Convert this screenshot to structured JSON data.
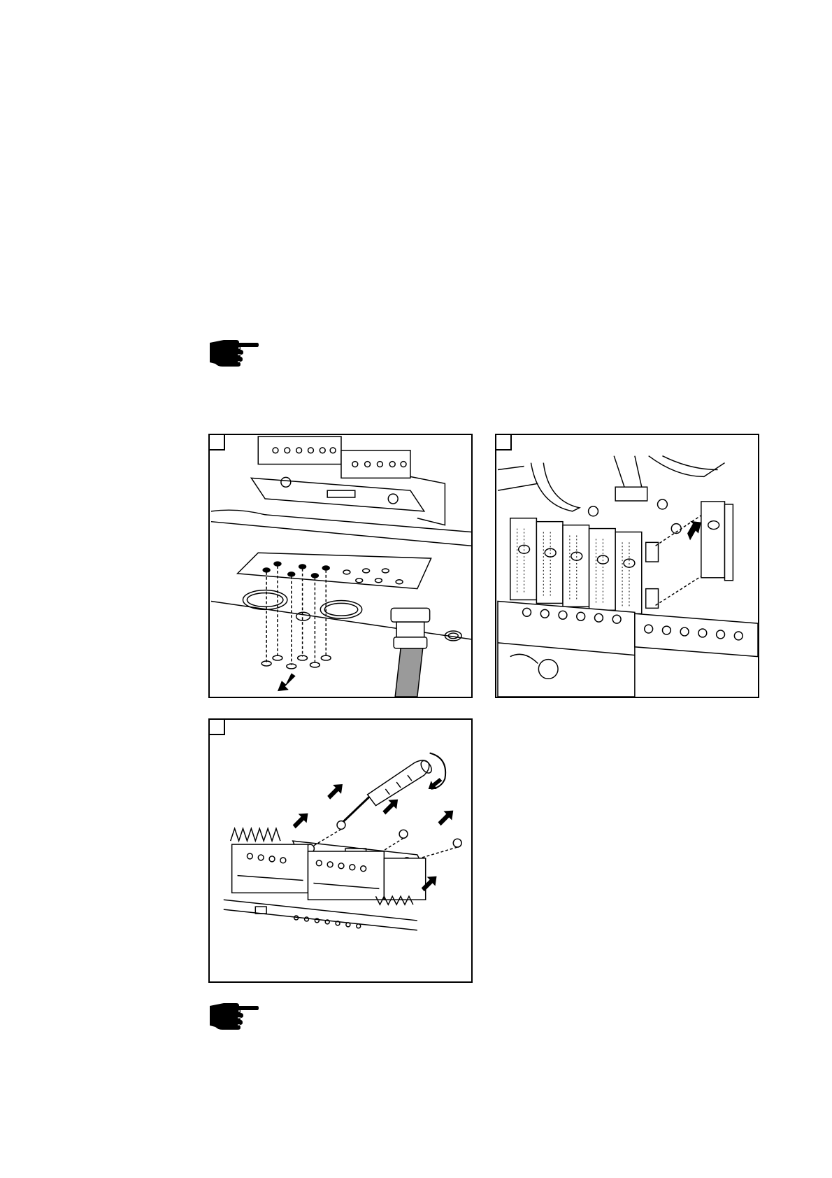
{
  "page": {
    "note_icons": [
      {
        "icon": "pointing-hand-icon"
      },
      {
        "icon": "pointing-hand-icon"
      }
    ],
    "figures": [
      {
        "step_label": "",
        "depicts": "cable-gland-grommet-removal"
      },
      {
        "step_label": "",
        "depicts": "fuse-holder-insertion"
      },
      {
        "step_label": "",
        "depicts": "screwdriver-bracket-mounting"
      }
    ]
  }
}
